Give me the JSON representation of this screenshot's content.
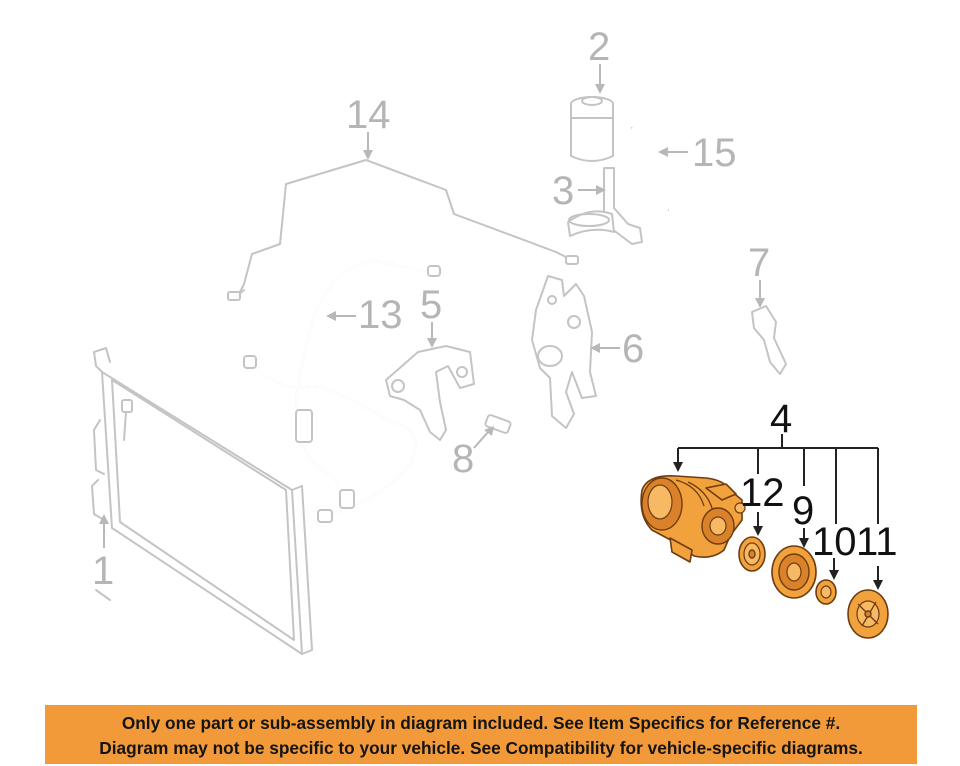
{
  "callouts": {
    "c1": "1",
    "c2": "2",
    "c3": "3",
    "c4": "4",
    "c5": "5",
    "c6": "6",
    "c7": "7",
    "c8": "8",
    "c9": "9",
    "c10": "10",
    "c11": "11",
    "c12": "12",
    "c13": "13",
    "c14": "14",
    "c15": "15"
  },
  "highlighted_callouts": [
    "4",
    "9",
    "10",
    "11",
    "12"
  ],
  "colors": {
    "highlight_part": "#f2a23c",
    "banner_bg": "#f29a3a",
    "ghost_line": "#c4c4c4"
  },
  "notice": {
    "line1": "Only one part or sub-assembly in diagram included. See Item Specifics for Reference #.",
    "line2": "Diagram may not be specific to your vehicle. See Compatibility for vehicle-specific diagrams."
  }
}
